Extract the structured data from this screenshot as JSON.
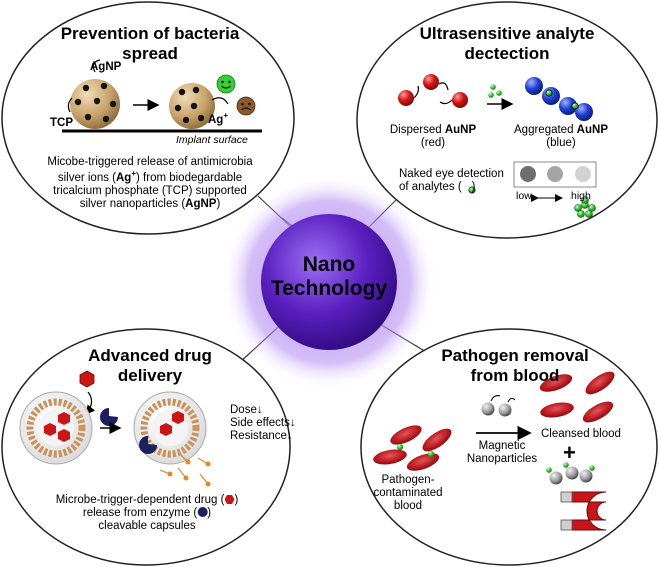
{
  "center": {
    "line1": "Nano",
    "line2": "Technology"
  },
  "panels": {
    "bacteria": {
      "title1": "Prevention of bacteria",
      "title2": "spread",
      "label_agnp": "AgNP",
      "label_tcp": "TCP",
      "label_ag": "Ag",
      "label_ag_sup": "+",
      "label_surface": "Implant surface",
      "desc1": "Micobe-triggered release of antimicrobia",
      "desc2a": "silver ions (",
      "desc2b": "Ag",
      "desc2c": "+",
      "desc2d": ") from biodegardable",
      "desc3": "tricalcium phosphate (TCP) supported",
      "desc4a": "silver nanoparticles (",
      "desc4b": "AgNP",
      "desc4c": ")"
    },
    "analyte": {
      "title1": "Ultrasensitive analyte",
      "title2": "dectection",
      "dispersed1a": "Dispersed ",
      "dispersed1b": "AuNP",
      "dispersed2": "(red)",
      "aggregated1a": "Aggregated ",
      "aggregated1b": "AuNP",
      "aggregated2": "(blue)",
      "naked1": "Naked eye detection",
      "naked2a": "of analytes (",
      "naked2b": ")",
      "low": "low",
      "high": "high"
    },
    "drug": {
      "title1": "Advanced drug",
      "title2": "delivery",
      "dose": "Dose↓",
      "side": "Side effects↓",
      "resistance": "Resistance↓",
      "desc1a": "Microbe-trigger-dependent drug (",
      "desc1b": ")",
      "desc2a": "release from enzyme (",
      "desc2b": ")",
      "desc3": "cleavable capsules"
    },
    "pathogen": {
      "title1": "Pathogen removal",
      "title2": "from blood",
      "magnetic1": "Magnetic",
      "magnetic2": "Nanoparticles",
      "cleansed": "Cleansed blood",
      "plus": "+",
      "contam1": "Pathogen-",
      "contam2": "contaminated",
      "contam3": "blood"
    }
  },
  "colors": {
    "core": "#5a1fc0",
    "glow": "#b48cf0",
    "gold_particle": "#c9a36a",
    "silver_dot": "#111111",
    "red_aunp": "#d41414",
    "blue_aunp": "#1f3fd6",
    "analyte_green": "#2fc22f",
    "blood_cell": "#b8161c",
    "magnet_red": "#c8141a",
    "drug_red": "#cc1515",
    "capsule_tan": "#c8925a",
    "enzyme_navy": "#1a2060"
  }
}
